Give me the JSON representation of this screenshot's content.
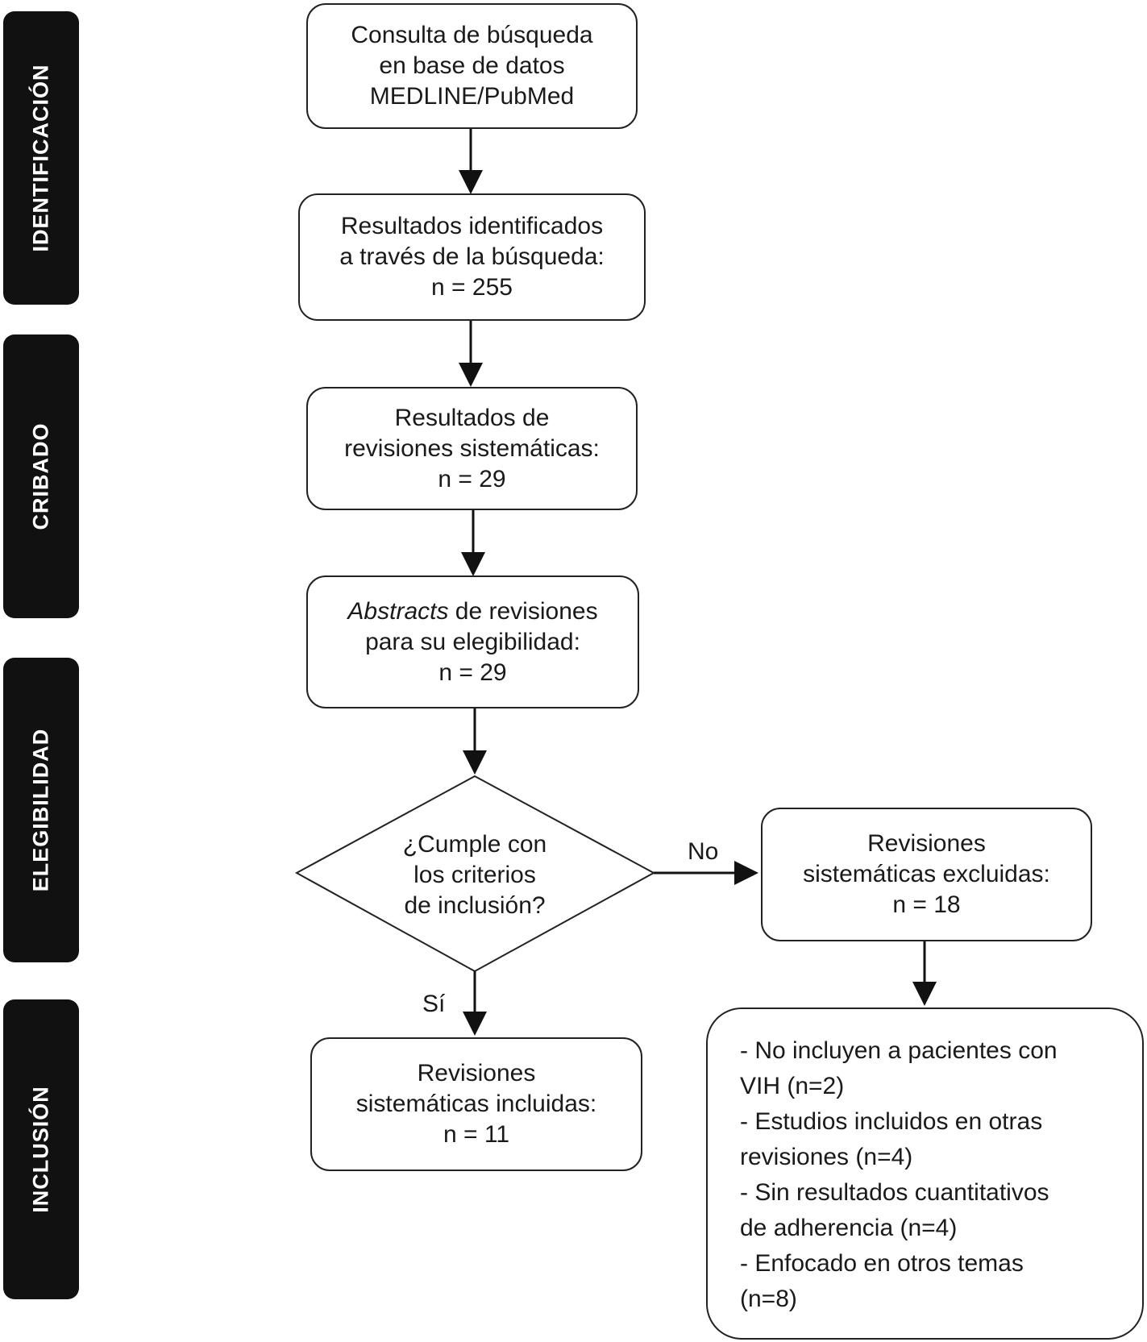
{
  "phases": {
    "identification": "IDENTIFICACIÓN",
    "screening": "CRIBADO",
    "eligibility": "ELEGIBILIDAD",
    "inclusion": "INCLUSIÓN"
  },
  "nodes": {
    "search_query": [
      "Consulta de búsqueda",
      "en base de datos",
      "MEDLINE/PubMed"
    ],
    "identified": [
      "Resultados identificados",
      "a través de la búsqueda:",
      "n = 255"
    ],
    "systematic_reviews": [
      "Resultados de",
      "revisiones sistemáticas:",
      "n = 29"
    ],
    "abstracts": {
      "italic_word": "Abstracts",
      "line1_rest": " de revisiones",
      "line2": "para su elegibilidad:",
      "line3": "n = 29"
    },
    "decision": [
      "¿Cumple con",
      "los criterios",
      "de inclusión?"
    ],
    "excluded": [
      "Revisiones",
      "sistemáticas excluidas:",
      "n = 18"
    ],
    "included": [
      "Revisiones",
      "sistemáticas incluidas:",
      "n = 11"
    ],
    "exclusion_reasons": [
      "- No incluyen a pacientes con",
      "VIH (n=2)",
      "- Estudios incluidos en otras",
      "revisiones (n=4)",
      "- Sin resultados cuantitativos",
      "de adherencia (n=4)",
      "- Enfocado en otros temas",
      "(n=8)"
    ]
  },
  "edge_labels": {
    "no": "No",
    "yes": "Sí"
  }
}
